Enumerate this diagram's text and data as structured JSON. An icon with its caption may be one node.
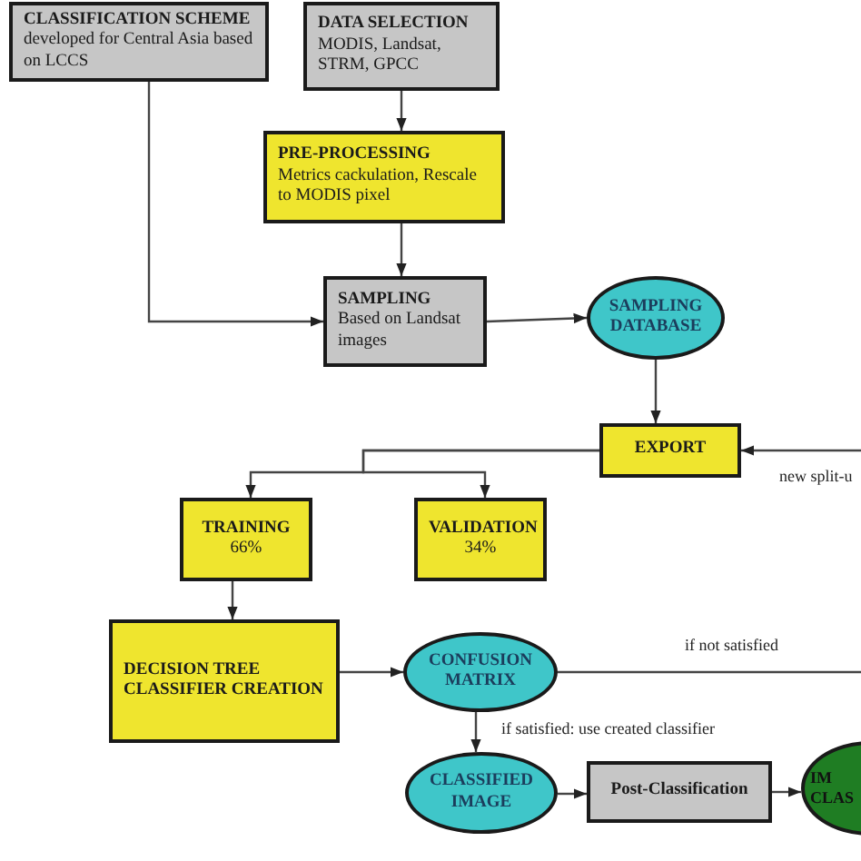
{
  "diagram": {
    "nodes": [
      {
        "text": [
          "CLASSIFICATION SCHEME",
          "developed for Central Asia based on LCCS"
        ]
      },
      {
        "text": [
          "DATA SELECTION",
          "MODIS, Landsat, STRM, GPCC"
        ]
      },
      {
        "text": [
          "PRE-PROCESSING",
          "Metrics cackulation, Rescale to MODIS pixel"
        ]
      },
      {
        "text": [
          "SAMPLING",
          "Based on Landsat images"
        ]
      },
      {
        "text": [
          "SAMPLING DATABASE"
        ]
      },
      {
        "text": [
          "EXPORT"
        ]
      },
      {
        "text": [
          "TRAINING",
          "66%"
        ]
      },
      {
        "text": [
          "VALIDATION",
          "34%"
        ]
      },
      {
        "text": [
          "DECISION TREE CLASSIFIER CREATION"
        ]
      },
      {
        "text": [
          "CONFUSION MATRIX"
        ]
      },
      {
        "text": [
          "CLASSIFIED IMAGE"
        ]
      },
      {
        "text": [
          "Post-Classification"
        ]
      },
      {
        "text": [
          "IM CLAS"
        ]
      }
    ],
    "edges": [
      {
        "from": 0,
        "to": 3,
        "arrow": "to"
      },
      {
        "from": 1,
        "to": 2,
        "arrow": "to"
      },
      {
        "from": 2,
        "to": 3,
        "arrow": "to"
      },
      {
        "from": 3,
        "to": 4,
        "arrow": "to"
      },
      {
        "from": 4,
        "to": 5,
        "arrow": "to"
      },
      {
        "from": 5,
        "to": 6,
        "arrow": "to"
      },
      {
        "from": 5,
        "to": 7,
        "arrow": "to"
      },
      {
        "from": 6,
        "to": 8,
        "arrow": "to"
      },
      {
        "from": 8,
        "to": 9,
        "arrow": "to"
      },
      {
        "from": 9,
        "to": 10,
        "arrow": "to",
        "label": "if satisfied: use created classifier"
      },
      {
        "from": 9,
        "to": null,
        "arrow": "none",
        "label": "if not satisfied"
      },
      {
        "from": null,
        "to": 5,
        "arrow": "to",
        "label": "new split-u"
      },
      {
        "from": 10,
        "to": 11,
        "arrow": "to"
      },
      {
        "from": 11,
        "to": 12,
        "arrow": "to"
      }
    ]
  }
}
